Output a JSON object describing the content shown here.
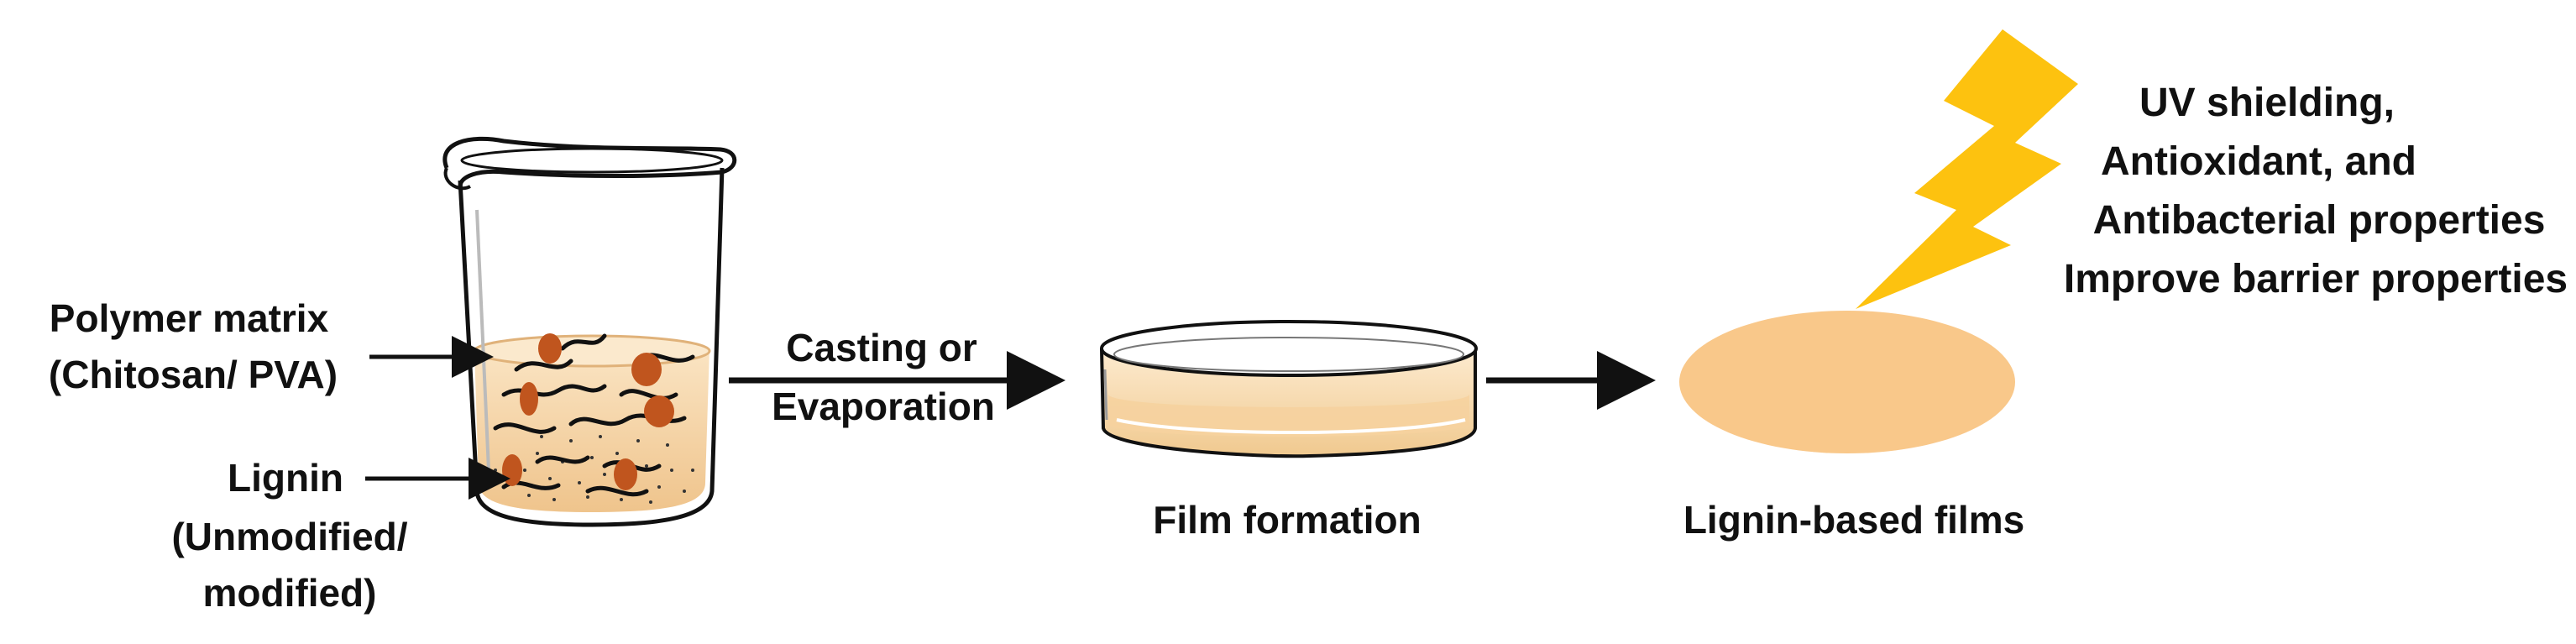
{
  "labels": {
    "polymer_line1": "Polymer matrix",
    "polymer_line2": "(Chitosan/ PVA)",
    "lignin_line1": "Lignin",
    "lignin_line2": "(Unmodified/",
    "lignin_line3": "modified)",
    "process_line1": "Casting or",
    "process_line2": "Evaporation",
    "film_formation": "Film formation",
    "lignin_films": "Lignin-based films",
    "prop_line1": "UV shielding,",
    "prop_line2": "Antioxidant, and",
    "prop_line3": "Antibacterial properties",
    "prop_line4": "Improve barrier properties"
  },
  "icons": {
    "beaker": "beaker-icon",
    "petri_dish": "petri-dish-icon",
    "film": "film-disc-icon",
    "lightning": "lightning-bolt-icon"
  },
  "colors": {
    "solution": "#f7dbb2",
    "solution_dark": "#e8b87a",
    "lignin_particle": "#c0551e",
    "film": "#f9c88a",
    "bolt": "#fdc20f",
    "ink": "#111111"
  }
}
